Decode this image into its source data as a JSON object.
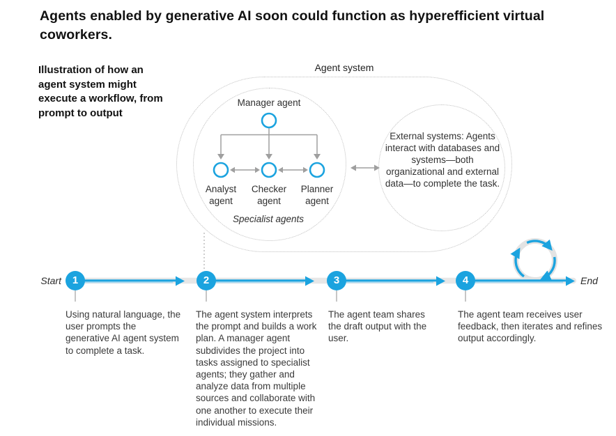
{
  "title": "Agents enabled by generative AI soon could function as hyperefficient virtual coworkers.",
  "subtitle": "Illustration of how an agent system might execute a workflow, from prompt to output",
  "agent_system": {
    "label": "Agent system",
    "manager_label": "Manager agent",
    "specialists": [
      "Analyst agent",
      "Checker agent",
      "Planner agent"
    ],
    "specialists_caption": "Specialist agents",
    "external_text": "External systems: Agents interact with databases and systems—both organizational and external data—to complete the task."
  },
  "timeline": {
    "start_label": "Start",
    "end_label": "End",
    "steps": [
      {
        "number": "1",
        "text": "Using natural language, the user prompts the generative AI agent system to complete a task."
      },
      {
        "number": "2",
        "text": "The agent system interprets the prompt and builds a work plan. A manager agent subdivides the project into tasks assigned to specialist agents; they gather and analyze data from multiple sources and collaborate with one another to execute their individual missions."
      },
      {
        "number": "3",
        "text": "The agent team shares the draft output with the user."
      },
      {
        "number": "4",
        "text": "The agent team receives user feedback, then iterates and refines output accordingly."
      }
    ]
  },
  "icons": {
    "loop": "iteration-loop-icon"
  },
  "colors": {
    "accent_blue": "#1BA3DF",
    "light_blue": "#A5D8F1",
    "band_gray": "#E7E7E7",
    "ring_gray": "#E3E3E3",
    "line_gray": "#9F9F9F",
    "dot_gray": "#BDBDBD",
    "text_dark": "#111111",
    "text_body": "#3A3A3A"
  }
}
